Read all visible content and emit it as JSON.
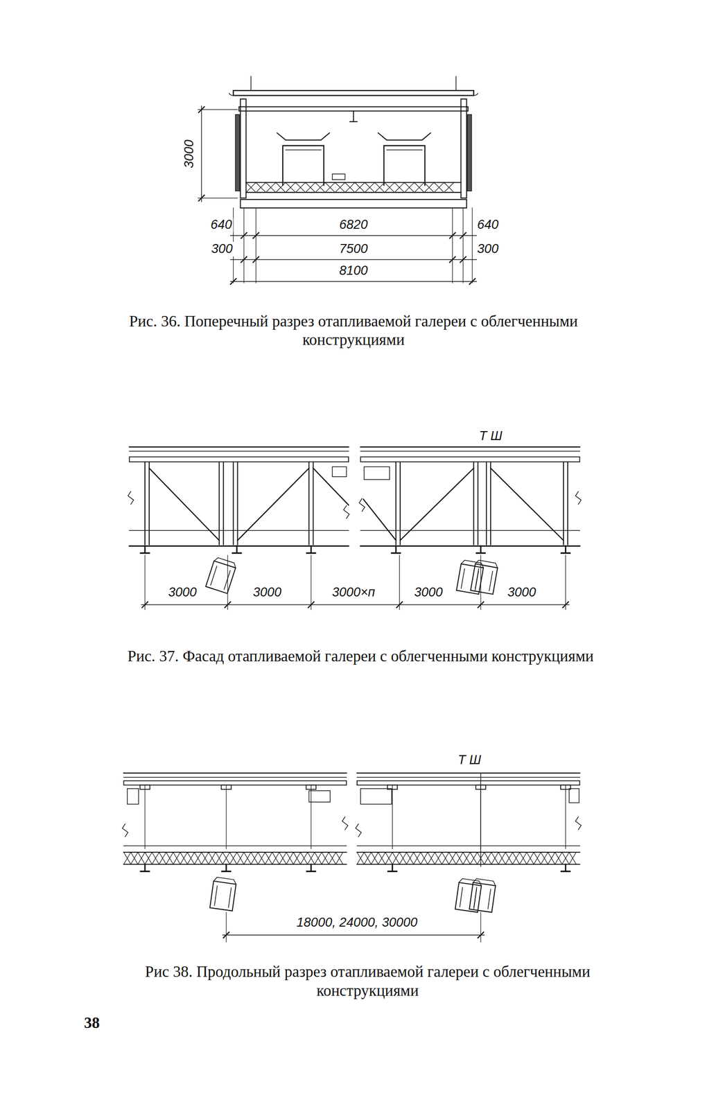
{
  "diagram": {
    "labels": [
      "3000",
      "640",
      "6820",
      "640",
      "300",
      "7500",
      "300",
      "8100",
      "Рис. 36. Поперечный разрез отапливаемой галереи с облегченными конструкциями",
      "Т Ш",
      "3000",
      "3000",
      "3000×п",
      "3000",
      "3000",
      "Рис. 37. Фасад отапливаемой галереи с облегченными конструкциями",
      "Т Ш",
      "18000, 24000, 30000",
      "Рис 38. Продольный разрез отапливаемой галереи с облегченными конструкциями",
      "38"
    ]
  }
}
